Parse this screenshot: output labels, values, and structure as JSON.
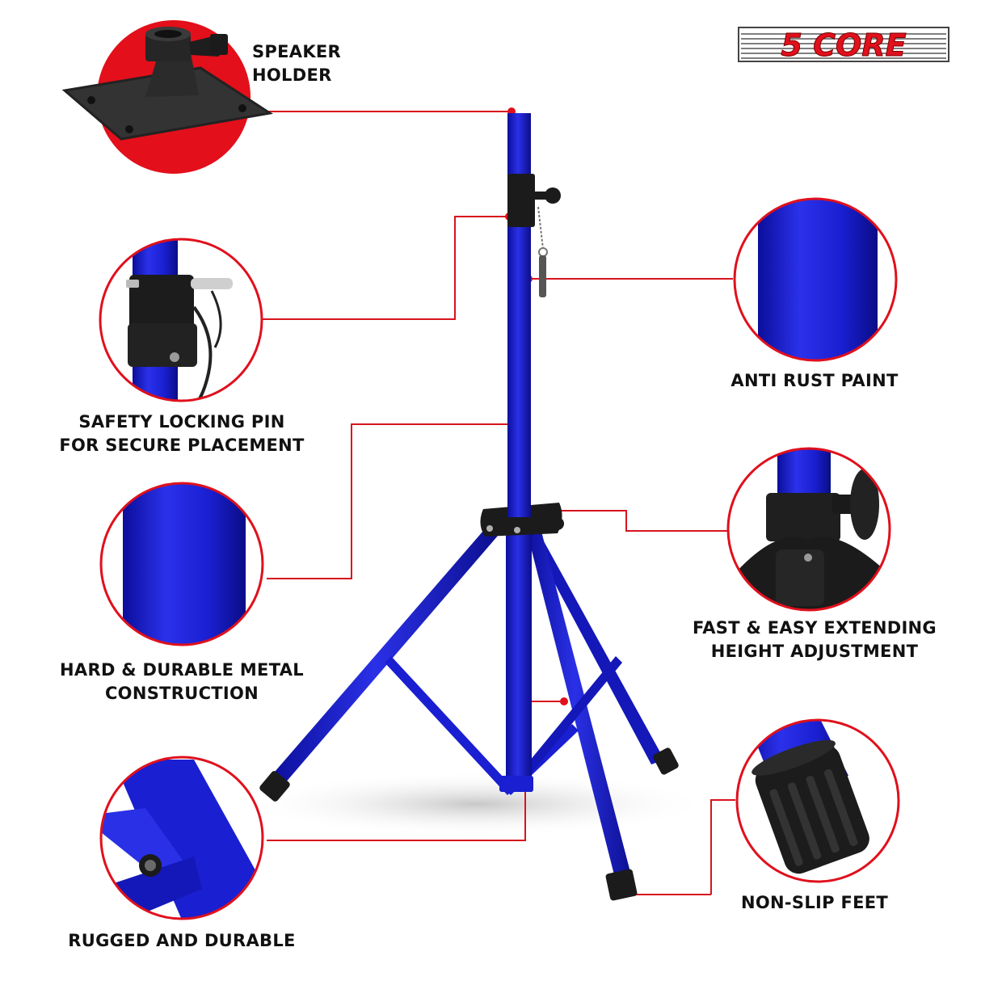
{
  "brand": {
    "logo_text": "5 CORE"
  },
  "callouts": {
    "speaker_holder": [
      "SPEAKER",
      "HOLDER"
    ],
    "safety_pin": [
      "SAFETY LOCKING PIN",
      "FOR SECURE PLACEMENT"
    ],
    "metal": [
      "HARD & DURABLE METAL",
      "CONSTRUCTION"
    ],
    "rugged": [
      "RUGGED AND DURABLE"
    ],
    "anti_rust": [
      "ANTI RUST PAINT"
    ],
    "height": [
      "FAST & EASY EXTENDING",
      "HEIGHT ADJUSTMENT"
    ],
    "feet": [
      "NON-SLIP FEET"
    ]
  },
  "colors": {
    "accent": "#e0101c",
    "stand": "#1a1fd1",
    "plastic": "#1b1b1b"
  }
}
